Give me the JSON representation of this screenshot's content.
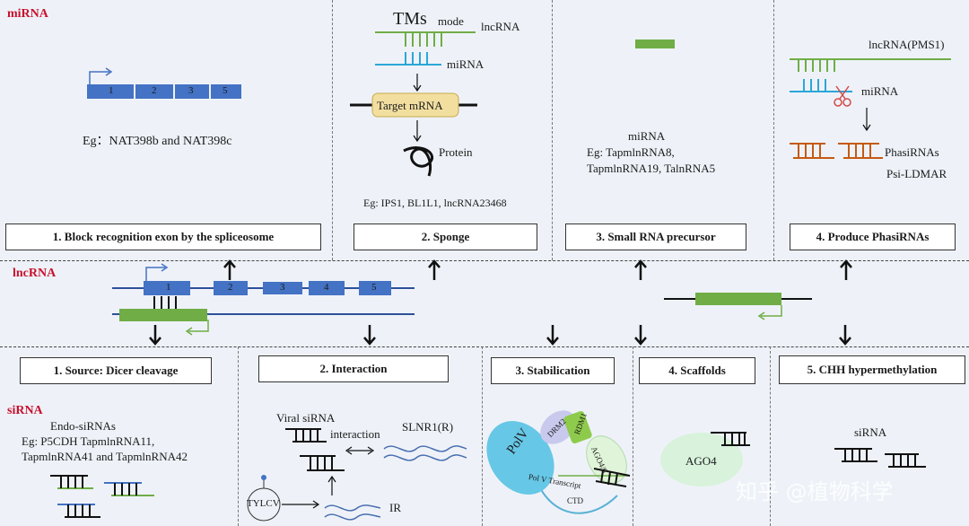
{
  "sections": {
    "mirna": "miRNA",
    "lncrna": "lncRNA",
    "sirna": "siRNA"
  },
  "top": {
    "p1": {
      "title": "1. Block recognition exon by the spliceosome",
      "example": "Eg：NAT398b and NAT398c",
      "exons": [
        "1",
        "2",
        "3",
        "5"
      ]
    },
    "p2": {
      "title": "2.  Sponge",
      "tms": "TMs",
      "mode": "mode",
      "lncrna": "lncRNA",
      "mirna": "miRNA",
      "target": "Target mRNA",
      "protein": "Protein",
      "example": "Eg: IPS1, BL1L1, lncRNA23468"
    },
    "p3": {
      "title": "3. Small RNA precursor",
      "mirna": "miRNA",
      "ex1": "Eg: TapmlnRNA8,",
      "ex2": "TapmlnRNA19, TalnRNA5"
    },
    "p4": {
      "title": "4. Produce PhasiRNAs",
      "lncrna": "lncRNA(PMS1)",
      "mirna": "miRNA",
      "phasi": "PhasiRNAs",
      "psi": "Psi-LDMAR"
    }
  },
  "middle": {
    "exons": [
      "1",
      "2",
      "3",
      "4",
      "5"
    ]
  },
  "bottom": {
    "p1": {
      "title": "1. Source: Dicer cleavage",
      "endo": "Endo-siRNAs",
      "ex1": "Eg: P5CDH TapmlnRNA11,",
      "ex2": "TapmlnRNA41 and TapmlnRNA42"
    },
    "p2": {
      "title": "2.   Interaction",
      "viral": "Viral siRNA",
      "interaction": "interaction",
      "slnr": "SLNR1(R)",
      "tylcv": "TYLCV",
      "ir": "IR"
    },
    "p3": {
      "title": "3. Stabilication",
      "polv": "PolV",
      "drm2": "DRM2",
      "rdm1": "RDM1",
      "ago": "AGO4/6",
      "transcript": "Pol V Transcript",
      "ctd": "CTD"
    },
    "p4": {
      "title": "4. Scaffolds",
      "ago4": "AGO4"
    },
    "p5": {
      "title": "5. CHH hypermethylation",
      "sirna": "siRNA"
    }
  },
  "watermark": "知乎 @植物科学",
  "colors": {
    "exon": "#4472c4",
    "lnc_green": "#70ad47",
    "mirna_blue": "#2aa7d8",
    "phasi_orange": "#c55a11",
    "label_red": "#c8102e",
    "target_box": "#f2dfa0"
  }
}
